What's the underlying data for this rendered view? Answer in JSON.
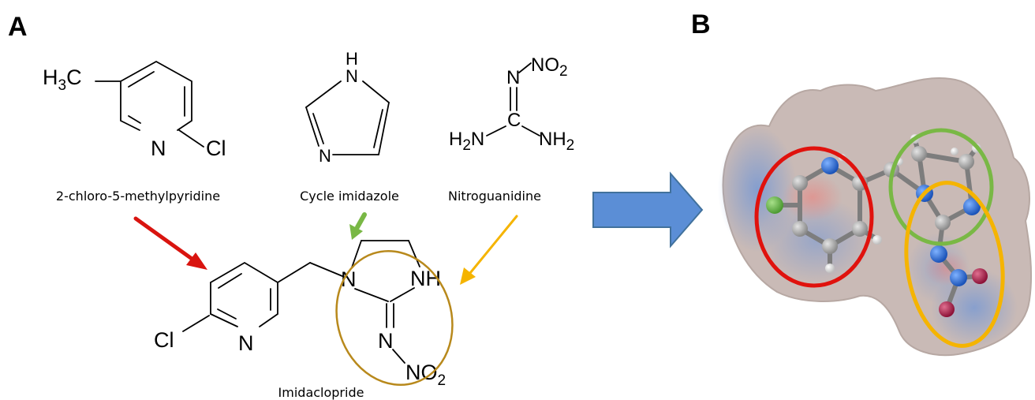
{
  "panels": {
    "a": "A",
    "b": "B"
  },
  "structures": {
    "pyridine": {
      "ch3": "H",
      "ch3_sub": "3",
      "ch3_tail": "C",
      "n": "N",
      "cl": "Cl",
      "caption": "2-chloro-5-methylpyridine"
    },
    "imidazole": {
      "h": "H",
      "n_top": "N",
      "n_bottom": "N",
      "caption": "Cycle imidazole"
    },
    "nitroguanidine": {
      "no2": "NO",
      "no2_sub": "2",
      "n": "N",
      "c": "C",
      "h2n": "H",
      "h2n_sub": "2",
      "h2n_tail": "N",
      "nh2": "NH",
      "nh2_sub": "2",
      "caption": "Nitroguanidine"
    },
    "imidaclopride": {
      "cl": "Cl",
      "n_ring": "N",
      "n1": "N",
      "nh": "NH",
      "n_imine": "N",
      "no2": "NO",
      "no2_sub": "2",
      "caption": "Imidaclopride"
    }
  },
  "colors": {
    "red": "#d9140f",
    "green": "#79b845",
    "orange": "#f5b400",
    "olive": "#b8891c",
    "arrow_blue": "#5b8ed6",
    "arrow_blue_stroke": "#41719c"
  }
}
